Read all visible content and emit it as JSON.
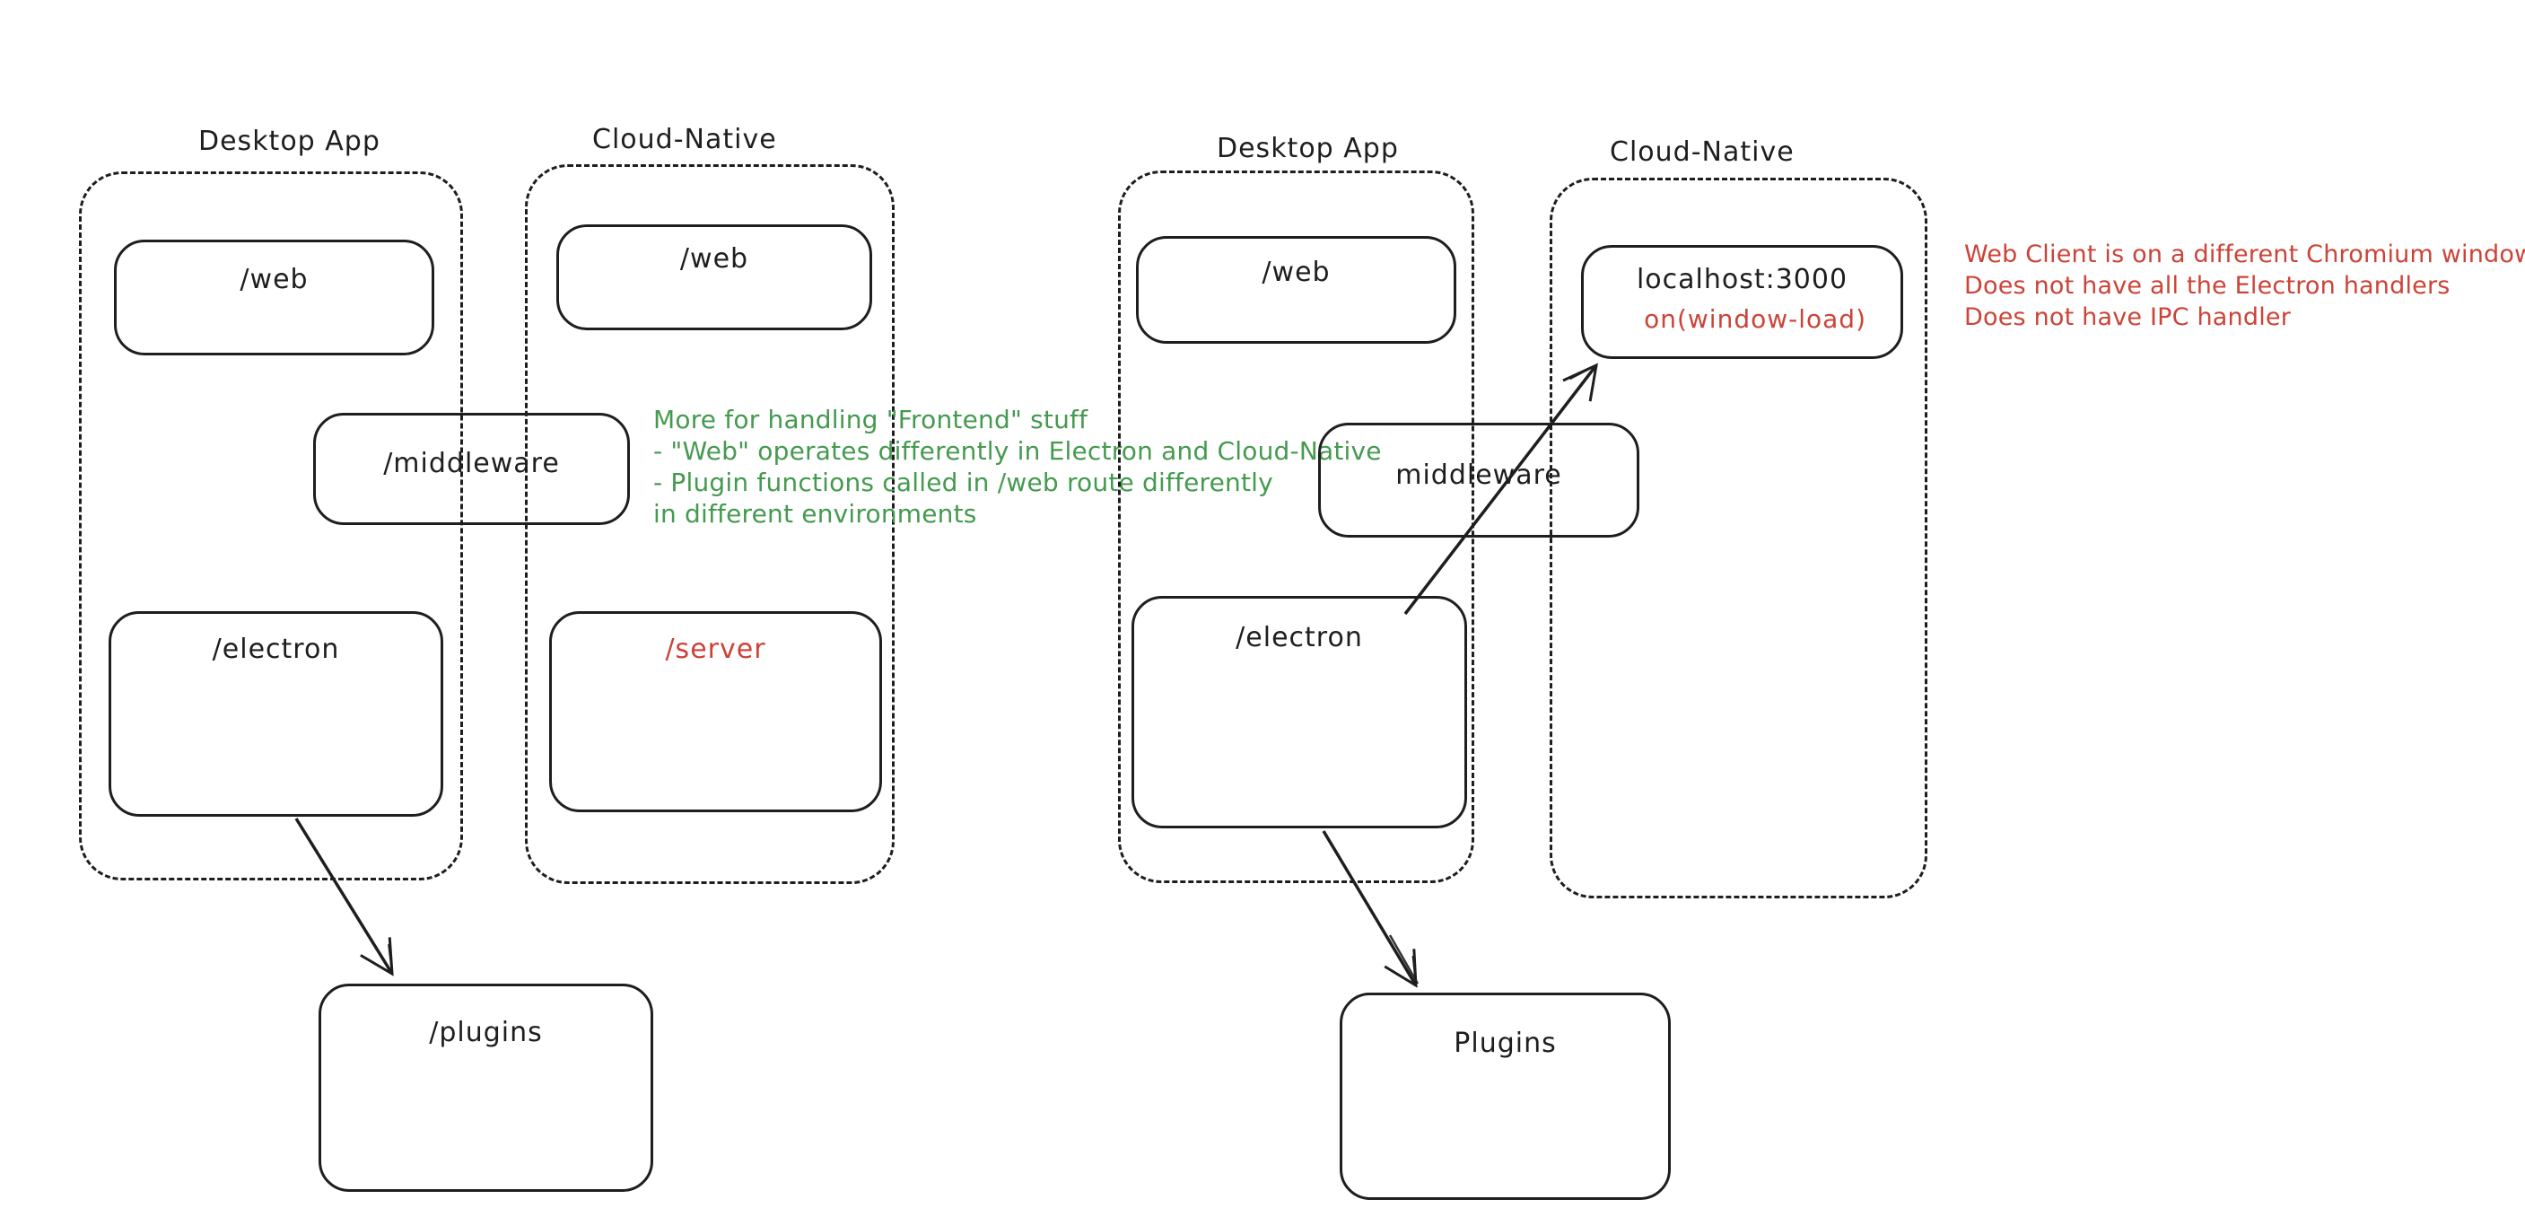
{
  "canvas": {
    "background": "#ffffff",
    "ink": "#1e1e1e",
    "red": "#cc4337",
    "green": "#449a4f"
  },
  "left": {
    "desktop": {
      "title": "Desktop App",
      "web": "/web",
      "middleware": "/middleware",
      "electron": "/electron"
    },
    "cloud": {
      "title": "Cloud-Native",
      "web": "/web",
      "server": "/server"
    },
    "plugins": "/plugins",
    "green_note": [
      "More for handling \"Frontend\" stuff",
      "- \"Web\" operates differently in Electron and Cloud-Native",
      "- Plugin functions called in /web route differently",
      "in different environments"
    ]
  },
  "right": {
    "desktop": {
      "title": "Desktop App",
      "web": "/web",
      "middleware": "middleware",
      "electron": "/electron"
    },
    "cloud": {
      "title": "Cloud-Native",
      "localhost": "localhost:3000",
      "on_window_load": "on(window-load)"
    },
    "plugins": "Plugins",
    "red_note": [
      "Web Client is on a different Chromium window",
      "Does not have all the Electron handlers",
      "Does not have IPC handler"
    ]
  }
}
